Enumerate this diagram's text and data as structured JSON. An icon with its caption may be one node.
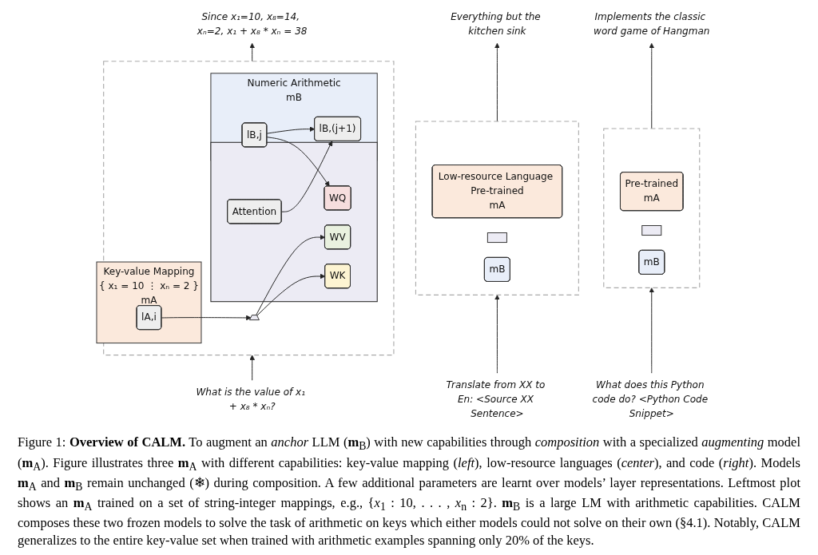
{
  "diagram": {
    "caption": "Figure 1: **Overview of CALM.** To augment an *anchor* LLM (**m**$_{B}$) with new capabilities through *composition* with a specialized *augmenting* model (**m**$_{A}$). Figure illustrates three **m**$_{A}$ with different capabilities: key-value mapping (*left*), low-resource languages (*center*), and code (*right*). Models **m**$_{A}$ and **m**$_{B}$ remain unchanged (❄) during composition. A few additional parameters are learnt over models’ layer representations. Leftmost plot shows an **m**$_{A}$ trained on a set of string-integer mappings, e.g., {*x*$_{1}$ : 10, . . . , *x*$_{n}$ : 2}. **m**$_{B}$ is a large LM with arithmetic capabilities. CALM composes these two frozen models to solve the task of arithmetic on keys which either models could not solve on their own (§4.1). Notably, CALM generalizes to the entire key-value set when trained with arithmetic examples spanning only 20% of the keys.",
    "nodes": [
      {
        "text": [
          "Since x₁=10, x₈=14, xₙ=2, x₁ + x₈ * xₙ = 38"
        ]
      },
      {
        "text": [],
        "shape": "box"
      },
      {
        "text": [
          "Key-value Mapping",
          "{ x₁ = 10 ⋮ xₙ = 2 }",
          "mA"
        ],
        "in": 1
      },
      {
        "text": [
          "lA,i"
        ],
        "in": 2
      },
      {
        "text": [],
        "shape": "trapezoid",
        "in": 1
      },
      {
        "text": [],
        "shape": "box",
        "in": 1
      },
      {
        "text": [
          "Attention"
        ],
        "in": 5
      },
      {
        "text": [
          "WK"
        ],
        "in": 5
      },
      {
        "text": [
          "WV"
        ],
        "in": 5
      },
      {
        "text": [
          "WQ"
        ],
        "in": 5
      },
      {
        "text": [
          "Numeric Arithmetic",
          "mB"
        ],
        "in": 1
      },
      {
        "text": [
          "lB,(j+1)"
        ],
        "in": 10
      },
      {
        "text": [
          "lB,j"
        ],
        "in": 10
      },
      {
        "text": [
          "What is the value of x₁ + x₈ * xₙ?"
        ]
      },
      {
        "text": [],
        "shape": "box"
      },
      {
        "text": [
          "Low-resource Language Pre-trained",
          "mA"
        ],
        "in": 14
      },
      {
        "text": [],
        "shape": "box",
        "in": 14
      },
      {
        "text": [
          "mB"
        ],
        "in": 14
      },
      {
        "text": [
          "Everything but the kitchen sink"
        ]
      },
      {
        "text": [
          "Translate from XX to En: <Source XX Sentence>"
        ]
      },
      {
        "text": [],
        "shape": "box"
      },
      {
        "text": [
          "Pre-trained",
          "mA"
        ],
        "in": 20
      },
      {
        "text": [],
        "shape": "box",
        "in": 20
      },
      {
        "text": [
          "mB"
        ],
        "in": 20
      },
      {
        "text": [
          "Implements the classic word game of Hangman"
        ]
      },
      {
        "text": [
          "What does this Python code do? <Python Code Snippet>"
        ]
      }
    ],
    "edges": [
      {
        "from": 13,
        "to": 1,
        "arrow": "to"
      },
      {
        "from": 1,
        "to": 0,
        "arrow": "to"
      },
      {
        "from": 3,
        "to": 4,
        "arrow": "to"
      },
      {
        "from": 4,
        "to": 7,
        "arrow": "to"
      },
      {
        "from": 4,
        "to": 8,
        "arrow": "to"
      },
      {
        "from": 12,
        "to": 9,
        "arrow": "to"
      },
      {
        "from": 12,
        "to": 11,
        "arrow": "to"
      },
      {
        "from": 6,
        "to": 11,
        "arrow": "to"
      },
      {
        "from": 19,
        "to": 14,
        "arrow": "to"
      },
      {
        "from": 14,
        "to": 18,
        "arrow": "to"
      },
      {
        "from": 25,
        "to": 20,
        "arrow": "to"
      },
      {
        "from": 20,
        "to": 24,
        "arrow": "to"
      }
    ]
  }
}
